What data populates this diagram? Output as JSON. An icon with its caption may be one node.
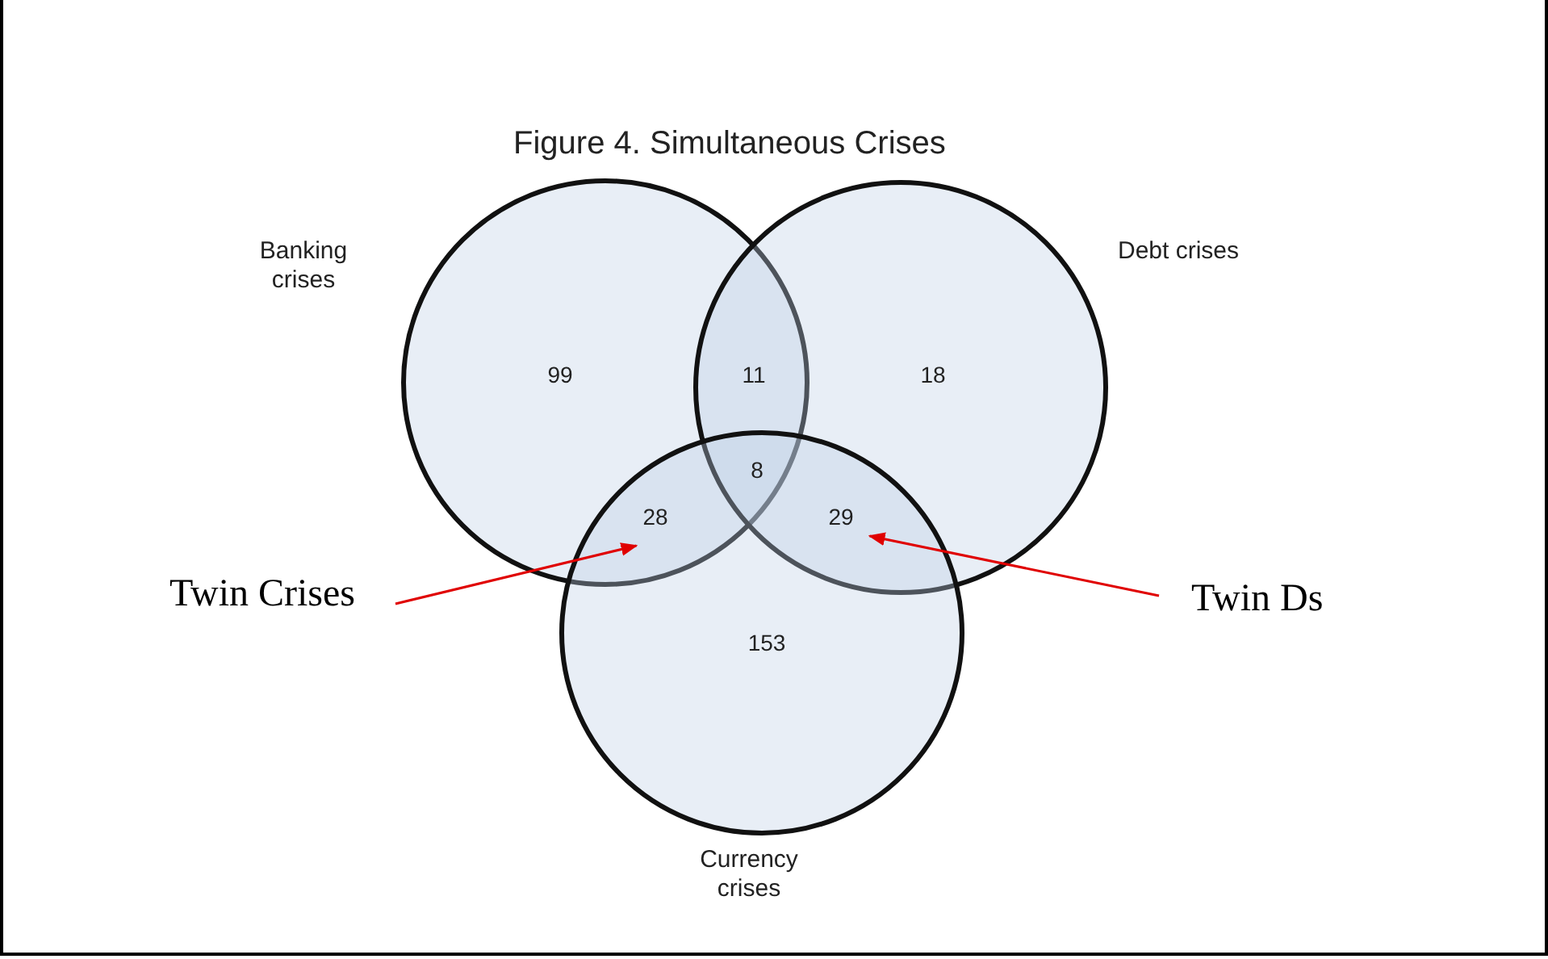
{
  "diagram": {
    "title": "Figure 4. Simultaneous Crises",
    "nodes": [
      {
        "text": [
          "Banking crises"
        ]
      },
      {
        "text": [
          "Debt crises"
        ]
      },
      {
        "text": [
          "Currency crises"
        ]
      },
      {
        "text": [
          "28"
        ]
      },
      {
        "text": [
          "29"
        ]
      },
      {
        "text": [
          "Twin Crises"
        ]
      },
      {
        "text": [
          "Twin Ds"
        ]
      }
    ],
    "edges": [
      {
        "from": 5,
        "to": 3,
        "arrow": "to"
      },
      {
        "from": 6,
        "to": 4,
        "arrow": "to"
      }
    ],
    "labels": [
      "99",
      "11",
      "18",
      "8",
      "153"
    ]
  }
}
